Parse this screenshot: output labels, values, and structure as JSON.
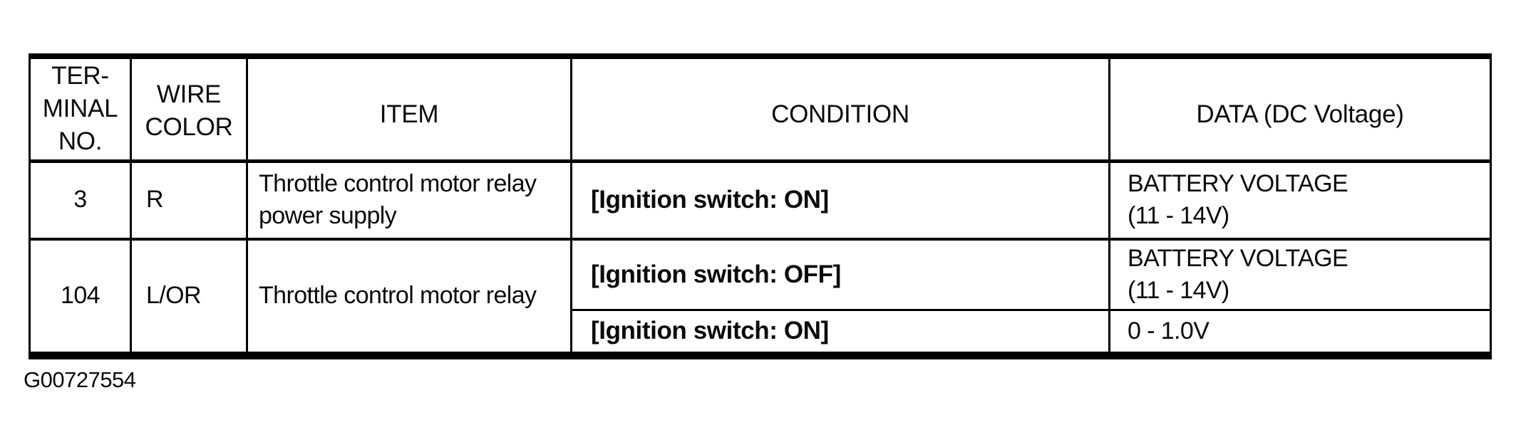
{
  "table": {
    "header": {
      "terminal": "TER-\nMINAL\nNO.",
      "wire": "WIRE\nCOLOR",
      "item": "ITEM",
      "condition": "CONDITION",
      "data": "DATA (DC Voltage)"
    },
    "row1": {
      "terminal": "3",
      "wire": "R",
      "item": "Throttle control motor relay\npower supply",
      "condition": "[Ignition switch: ON]",
      "data": "BATTERY VOLTAGE\n(11 - 14V)"
    },
    "row2": {
      "terminal": "104",
      "wire": "L/OR",
      "item": "Throttle control motor relay",
      "sub_rows": [
        {
          "condition": "[Ignition switch: OFF]",
          "data": "BATTERY VOLTAGE\n(11 - 14V)"
        },
        {
          "condition": "[Ignition switch: ON]",
          "data": "0 - 1.0V"
        }
      ]
    }
  },
  "figure_id": "G00727554",
  "colors": {
    "ink": "#0b0b0b",
    "paper": "#ffffff",
    "rule": "#000000"
  }
}
